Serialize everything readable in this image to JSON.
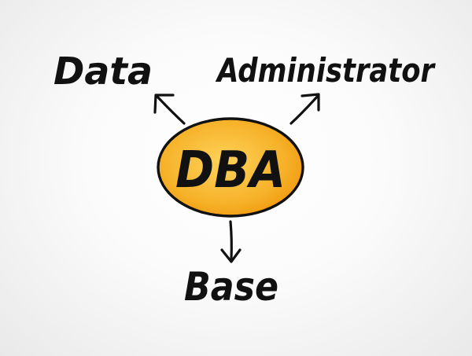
{
  "diagram": {
    "center": {
      "label": "DBA",
      "fill_color": "#f4a718",
      "highlight_color": "#ffd35a",
      "outline_color": "#111111"
    },
    "branches": [
      {
        "label": "Data"
      },
      {
        "label": "Administrator"
      },
      {
        "label": "Base"
      }
    ],
    "text_color": "#111111"
  }
}
